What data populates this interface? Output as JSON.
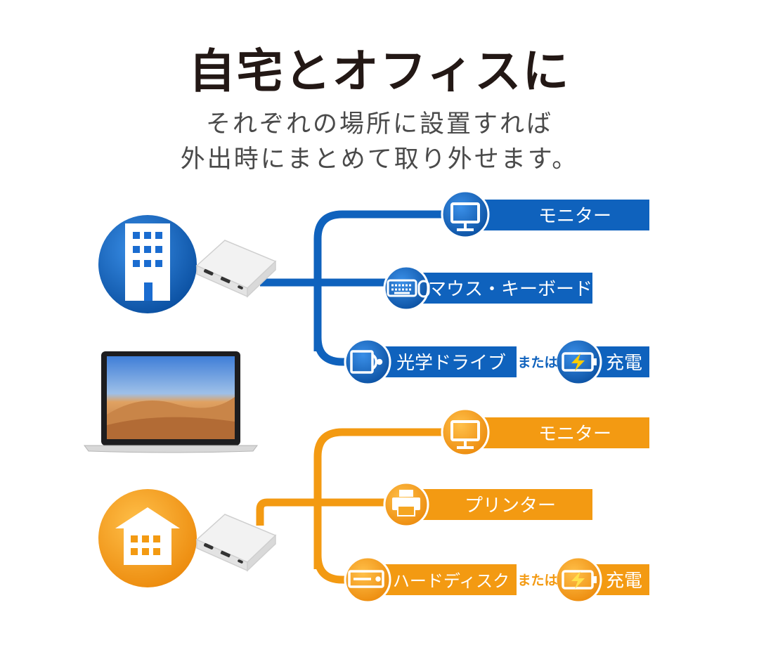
{
  "title": "自宅とオフィスに",
  "subtitle_line1": "それぞれの場所に設置すれば",
  "subtitle_line2": "外出時にまとめて取り外せます。",
  "colors": {
    "office_blue": "#0f62bd",
    "home_orange": "#f39a12",
    "text_dark": "#231815"
  },
  "office": {
    "icon": "office-building-icon",
    "items": [
      {
        "label": "モニター",
        "icon": "monitor-icon"
      },
      {
        "label": "マウス・キーボード",
        "icon": "keyboard-mouse-icon"
      },
      {
        "label": "光学ドライブ",
        "icon": "optical-drive-icon",
        "connector": "または",
        "alt_label": "充電",
        "alt_icon": "battery-charge-icon"
      }
    ]
  },
  "home": {
    "icon": "house-icon",
    "items": [
      {
        "label": "モニター",
        "icon": "monitor-icon"
      },
      {
        "label": "プリンター",
        "icon": "printer-icon"
      },
      {
        "label": "ハードディスク",
        "icon": "hard-disk-icon",
        "connector": "または",
        "alt_label": "充電",
        "alt_icon": "battery-charge-icon"
      }
    ]
  }
}
